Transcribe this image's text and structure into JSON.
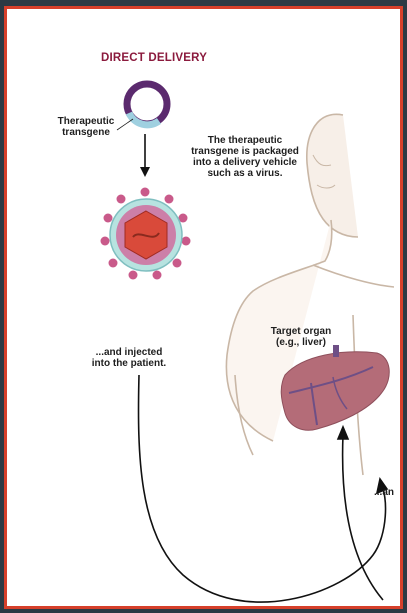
{
  "diagram": {
    "title": "DIRECT DELIVERY",
    "labels": {
      "therapeutic_transgene": "Therapeutic transgene",
      "packaged_text": "The therapeutic transgene is packaged into a delivery vehicle such as a virus.",
      "injected_text": "...and injected into the patient.",
      "target_organ": "Target organ (e.g., liver)",
      "partial_text": "...and r to t"
    },
    "colors": {
      "frame_border": "#d6402b",
      "background_outer": "#2c3a44",
      "title": "#8b1a3d",
      "plasmid_ring": "#5b2a6e",
      "plasmid_segment": "#9fd0e0",
      "virus_capsid": "#b7e3e0",
      "virus_spikes": "#c95a8a",
      "virus_core": "#d94a3a",
      "liver": "#b46c78",
      "body_outline": "#c8b8a8"
    },
    "icons": [
      "plasmid-icon",
      "virus-icon",
      "human-figure-icon",
      "liver-icon",
      "down-arrow-icon",
      "curved-arrow-icon"
    ]
  }
}
